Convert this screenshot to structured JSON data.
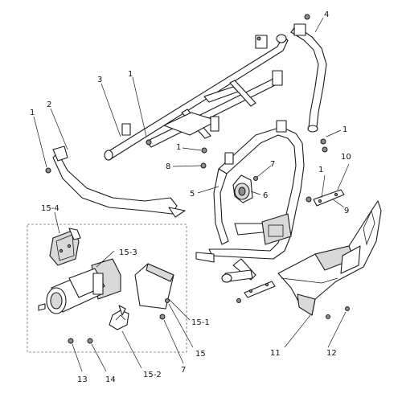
{
  "callouts": {
    "c1a": "1",
    "c1b": "1",
    "c1c": "1",
    "c1d": "1",
    "c1e": "1",
    "c2": "2",
    "c3": "3",
    "c4": "4",
    "c5": "5",
    "c6": "6",
    "c7a": "7",
    "c7b": "7",
    "c8": "8",
    "c9": "9",
    "c10": "10",
    "c11": "11",
    "c12": "12",
    "c13": "13",
    "c14": "14",
    "c15": "15",
    "c15_1": "15-1",
    "c15_2": "15-2",
    "c15_3": "15-3",
    "c15_4": "15-4"
  },
  "colors": {
    "line": "#1a1a1a",
    "fill": "#ffffff",
    "shade": "#d9d9d9"
  }
}
